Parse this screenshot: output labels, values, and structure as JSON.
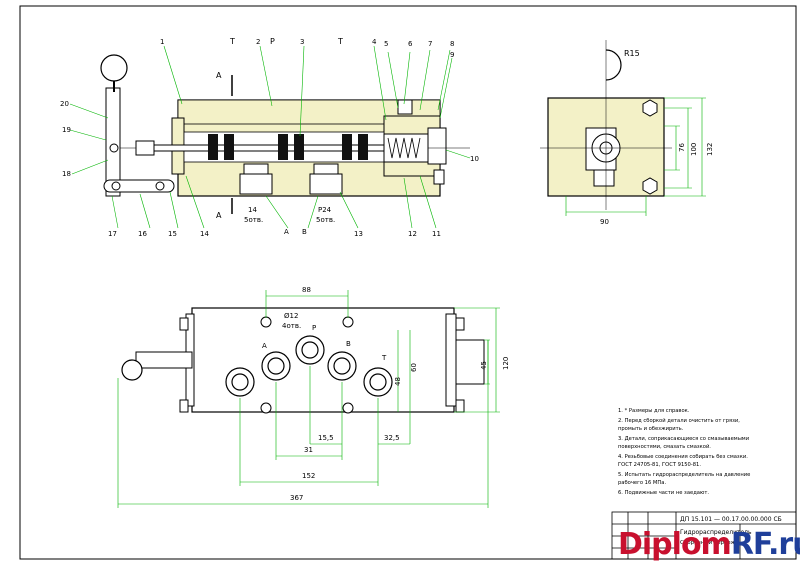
{
  "colors": {
    "outline": "#000000",
    "body_fill": "#f3f1c7",
    "dimension": "#00b400",
    "part_blue": "#1c2bd0",
    "watermark_red": "#c8102e",
    "watermark_blue": "#1f3f9a"
  },
  "main_view": {
    "part_numbers": {
      "p1": "1",
      "p2": "2",
      "p3": "3",
      "p4": "4",
      "p5": "5",
      "p6": "6",
      "p7": "7",
      "p8": "8",
      "p9": "9",
      "p10": "10",
      "p11": "11",
      "p12": "12",
      "p13": "13",
      "p14": "14",
      "p15": "15",
      "p16": "16",
      "p17": "17",
      "p18": "18",
      "p19": "19",
      "p20": "20"
    },
    "port_letters": {
      "T1": "T",
      "T2": "T",
      "P": "P",
      "A": "A",
      "B": "B"
    },
    "section_marks": {
      "top": "A",
      "bottom": "A"
    },
    "thread_note_1a": "14",
    "thread_note_1b": "5отв.",
    "thread_note_2a": "P24",
    "thread_note_2b": "5отв."
  },
  "side_view": {
    "radius_label": "R15",
    "dim_76": "76",
    "dim_100": "100",
    "dim_132": "132",
    "dim_90": "90"
  },
  "plan_view": {
    "dim_88": "88",
    "hole_note_a": "Ø12",
    "hole_note_b": "4отв.",
    "port_labels": {
      "A": "A",
      "P": "P",
      "B": "B",
      "T": "T"
    },
    "dim_120": "120",
    "dim_side": "60",
    "dim_right": "45",
    "dim_hole": "48",
    "dim_31": "31",
    "dim_32_5": "32,5",
    "dim_15_5": "15,5",
    "dim_152": "152",
    "dim_total": "367"
  },
  "notes": [
    "1. * Размеры для справок.",
    "2. Перед сборкой детали очистить от грязи,",
    "   промыть и обезжирить.",
    "3. Детали, соприкасающиеся со смазываемыми",
    "   поверхностями, смазать смазкой.",
    "4. Резьбовые соединения собирать без смазки.",
    "   ГОСТ 24705-81, ГОСТ 9150-81.",
    "5. Испытать гидрораспределитель на давление",
    "   рабочего 16 МПа.",
    "6. Подвижные части не заедают."
  ],
  "title_block": {
    "designation": "ДП 15.101 — 00.17.00.00.000 СБ",
    "name": "Гидрораспределитель",
    "doc_type": "Сборочный чертеж"
  },
  "watermark": {
    "part1": "Diplom",
    "part2": "RF.ru"
  }
}
